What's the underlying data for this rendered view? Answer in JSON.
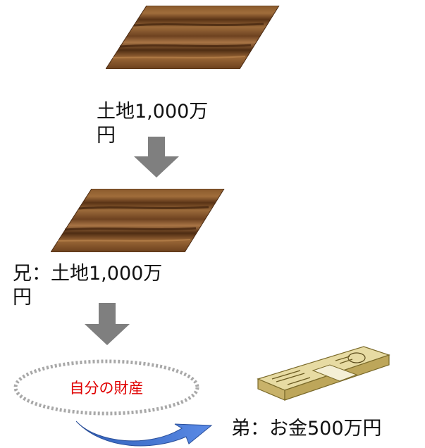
{
  "labels": {
    "land_top": "土地1,000万\n円",
    "brother": "兄：土地1,000万\n円",
    "own_property": "自分の財産",
    "younger_brother": "弟：お金500万円"
  },
  "icons": {
    "land_top": "land-parcel-icon",
    "land_middle": "land-parcel-icon",
    "arrow_1": "down-arrow-icon",
    "arrow_2": "down-arrow-icon",
    "money": "money-bundle-icon",
    "curved_arrow": "curved-exchange-arrow-icon"
  },
  "colors": {
    "wood": "#7a4a22",
    "arrow": "#7f7f7f",
    "property_text": "#e00000",
    "dotted_ellipse": "#a8a8a8",
    "curved_arrow": "#3d6fd1",
    "money": "#d9c98a"
  }
}
